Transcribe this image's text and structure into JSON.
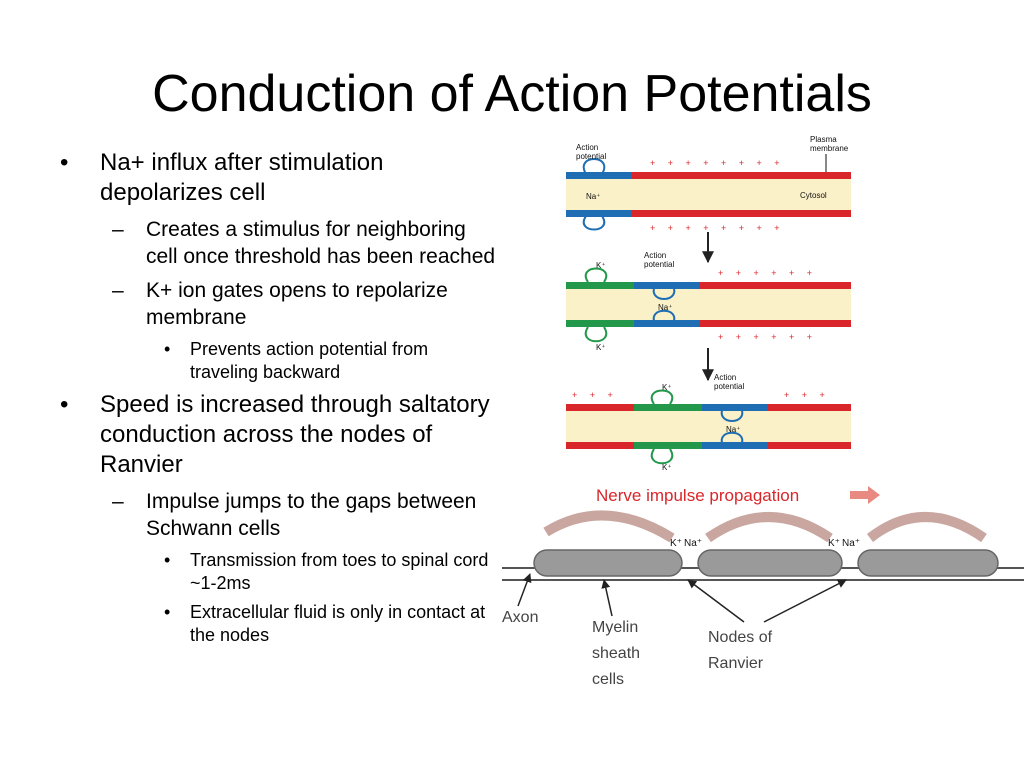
{
  "slide": {
    "title": "Conduction of Action Potentials",
    "bullets": [
      {
        "level": 1,
        "marker": "•",
        "text": "Na+ influx after stimulation depolarizes cell"
      },
      {
        "level": 2,
        "marker": "–",
        "text": "Creates a stimulus for neighboring cell once threshold has been reached"
      },
      {
        "level": 2,
        "marker": "–",
        "text": "K+ ion gates opens to repolarize membrane"
      },
      {
        "level": 3,
        "marker": "•",
        "text": "Prevents action potential from traveling backward"
      },
      {
        "level": 1,
        "marker": "•",
        "text": "Speed is increased through saltatory conduction across the nodes of Ranvier"
      },
      {
        "level": 2,
        "marker": "–",
        "text": "Impulse jumps to the gaps between Schwann cells"
      },
      {
        "level": 3,
        "marker": "•",
        "text": "Transmission from toes to spinal cord ~1-2ms"
      },
      {
        "level": 3,
        "marker": "•",
        "text": "Extracellular fluid is only in contact at the nodes"
      }
    ]
  },
  "figure": {
    "labels": {
      "action_potential_1": "Action",
      "action_potential_2": "potential",
      "plasma_1": "Plasma",
      "plasma_2": "membrane",
      "cytosol": "Cytosol",
      "na": "Na⁺",
      "k": "K⁺",
      "propagation": "Nerve impulse propagation",
      "axon": "Axon",
      "myelin_1": "Myelin",
      "myelin_2": "sheath",
      "myelin_3": "cells",
      "nodes_1": "Nodes of",
      "nodes_2": "Ranvier",
      "node_k": "K⁺",
      "node_na": "Na⁺",
      "plus": "+",
      "minus": "–"
    },
    "colors": {
      "membrane_rest": "#d9262b",
      "active_na": "#1f6db3",
      "repolarizing_k": "#23984a",
      "cytosol": "#fbf1c9",
      "myelin": "#9a9a9a",
      "propagation_arrow": "#e88a82",
      "propagation_text": "#d9262b"
    }
  }
}
